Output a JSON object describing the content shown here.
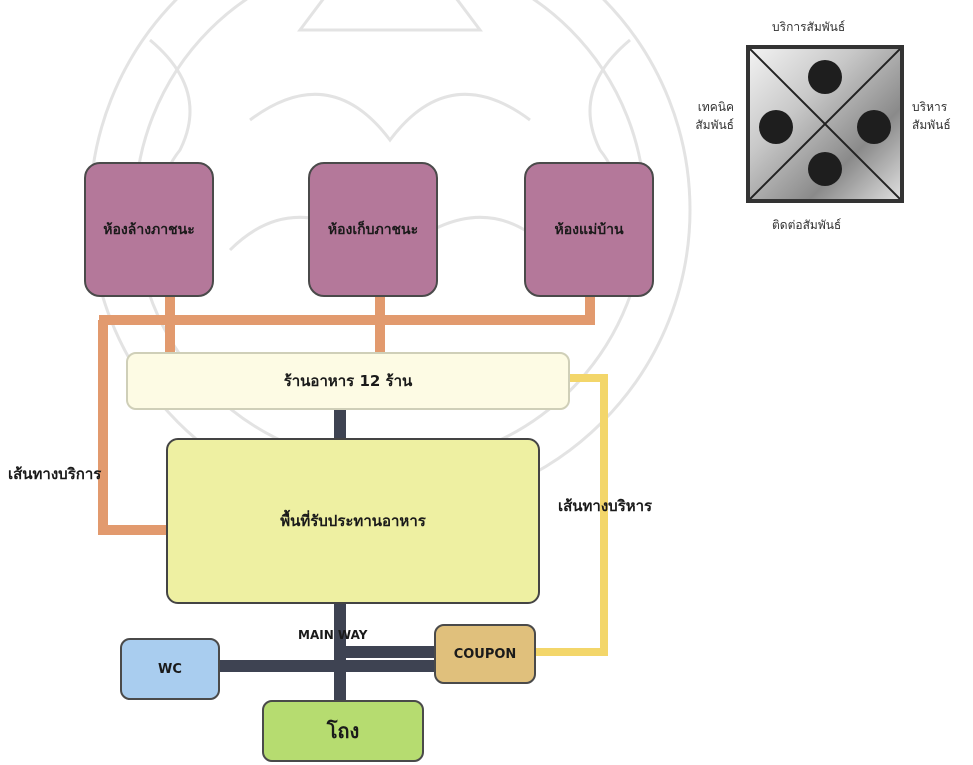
{
  "rooms": [
    {
      "label": "ห้องล้างภาชนะ"
    },
    {
      "label": "ห้องเก็บภาชนะ"
    },
    {
      "label": "ห้องแม่บ้าน"
    }
  ],
  "shops": {
    "label": "ร้านอาหาร 12 ร้าน"
  },
  "dining": {
    "label": "พื้นที่รับประทานอาหาร"
  },
  "wc": {
    "label": "WC"
  },
  "coupon": {
    "label": "COUPON"
  },
  "dump": {
    "label": "โถง"
  },
  "labels": {
    "service_route": "เส้นทางบริการ",
    "admin_route": "เส้นทางบริหาร",
    "main_way": "MAIN WAY"
  },
  "matrix": {
    "top": "บริการสัมพันธ์",
    "left_line1": "เทคนิค",
    "left_line2": "สัมพันธ์",
    "right_line1": "บริหาร",
    "right_line2": "สัมพันธ์",
    "bottom": "ติดต่อสัมพันธ์"
  },
  "colors": {
    "service_line": "#e29a6e",
    "admin_line": "#f3d66a",
    "main_line": "#3e4352"
  }
}
